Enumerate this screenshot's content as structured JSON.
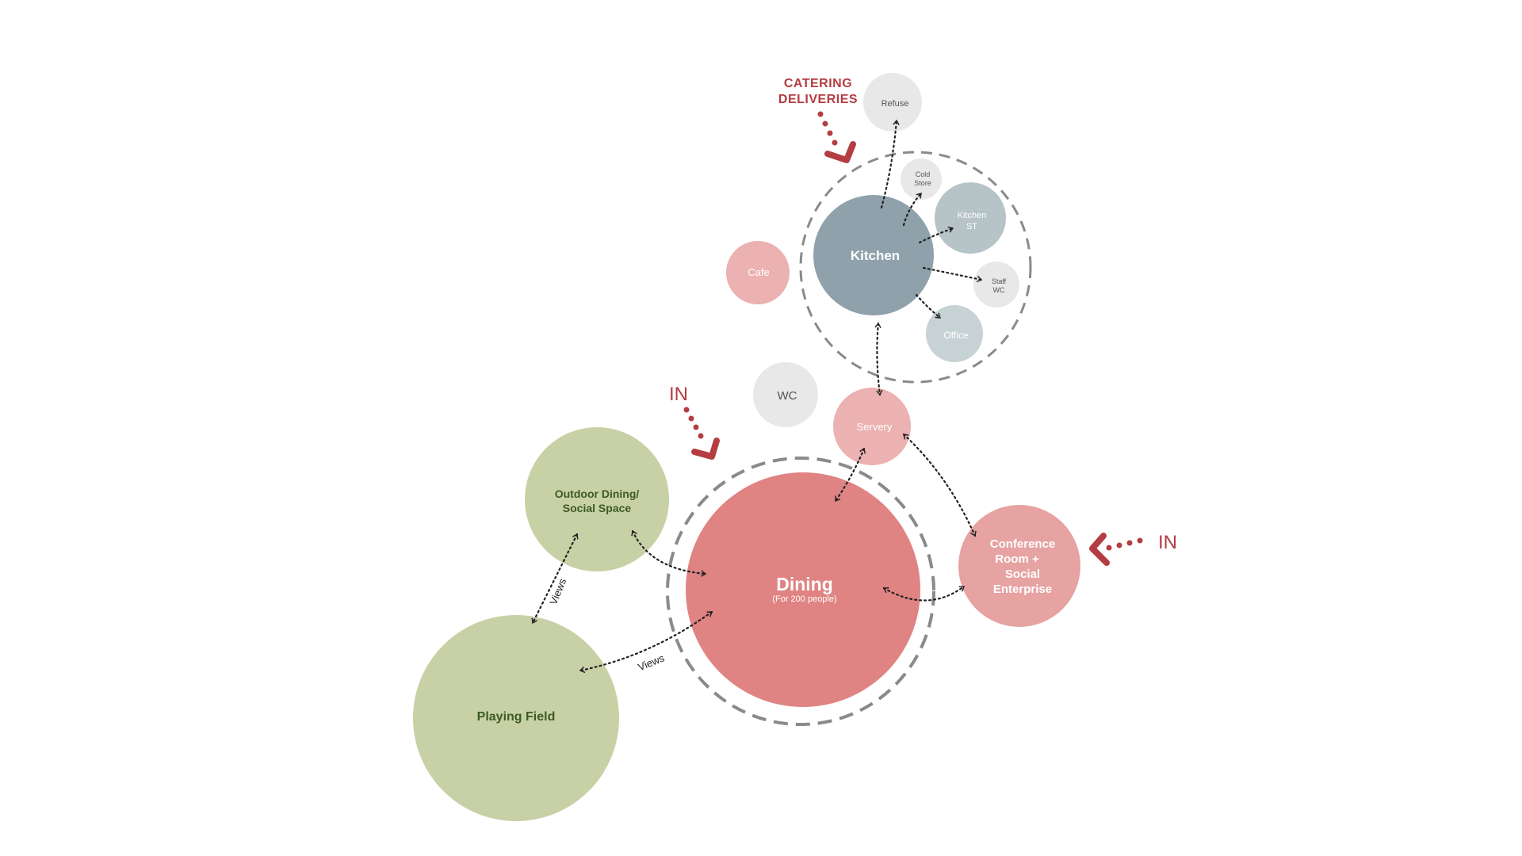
{
  "diagram": {
    "spaces": {
      "refuse": "Refuse",
      "cold_store": [
        "Cold",
        "Store"
      ],
      "kitchen": "Kitchen",
      "kitchen_st": [
        "Kitchen",
        "ST"
      ],
      "staff_wc": [
        "Staff",
        "WC"
      ],
      "office": "Office",
      "cafe": "Cafe",
      "wc": "WC",
      "servery": "Servery",
      "outdoor_dining": [
        "Outdoor Dining/",
        "Social Space"
      ],
      "dining": "Dining",
      "dining_capacity": "(For 200 people)",
      "conference": [
        "Conference",
        "Room +",
        "Social",
        "Enterprise"
      ],
      "playing_field": "Playing Field"
    },
    "entrances": {
      "catering": [
        "CATERING",
        "DELIVERIES"
      ],
      "in_west": "IN",
      "in_east": "IN"
    },
    "relations": {
      "views_1": "Views",
      "views_2": "Views"
    }
  },
  "colors": {
    "kitchen": "#8fa1aa",
    "kitchen_support": "#b6c3c7",
    "kitchen_support_light": "#c7d2d5",
    "service_grey": "#e8e8e8",
    "pink_light": "#ecb1b1",
    "pink_mid": "#e7a2a2",
    "dining_red": "#e08383",
    "outdoor_green": "#c8d1a6",
    "label_green": "#3c5a25",
    "accent_red": "#b43d42",
    "dashed_ring": "#8a8a8a",
    "link_dotted": "#222222"
  }
}
